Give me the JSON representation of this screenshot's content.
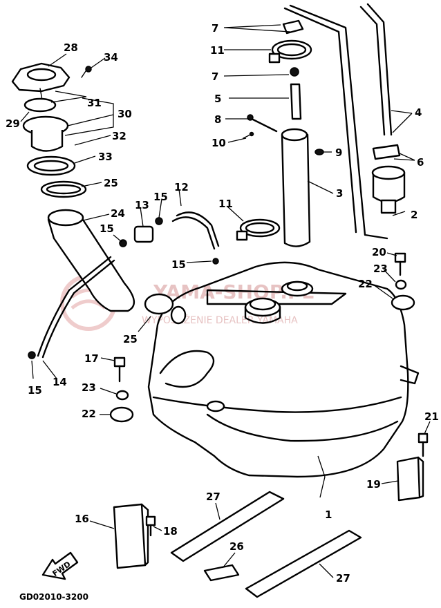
{
  "diagram": {
    "code": "GD02010-3200",
    "fwd_label": "FWD",
    "watermark": {
      "main": "YAMA-SHOP.PL",
      "sub": "WYPOSAŻENIE DEALER YAMAHA"
    },
    "callouts": [
      {
        "id": "c1",
        "label": "1"
      },
      {
        "id": "c2",
        "label": "2"
      },
      {
        "id": "c3",
        "label": "3"
      },
      {
        "id": "c4",
        "label": "4"
      },
      {
        "id": "c5",
        "label": "5"
      },
      {
        "id": "c6",
        "label": "6"
      },
      {
        "id": "c7a",
        "label": "7"
      },
      {
        "id": "c7b",
        "label": "7"
      },
      {
        "id": "c8",
        "label": "8"
      },
      {
        "id": "c9",
        "label": "9"
      },
      {
        "id": "c10",
        "label": "10"
      },
      {
        "id": "c11a",
        "label": "11"
      },
      {
        "id": "c11b",
        "label": "11"
      },
      {
        "id": "c12",
        "label": "12"
      },
      {
        "id": "c13",
        "label": "13"
      },
      {
        "id": "c14",
        "label": "14"
      },
      {
        "id": "c15a",
        "label": "15"
      },
      {
        "id": "c15b",
        "label": "15"
      },
      {
        "id": "c15c",
        "label": "15"
      },
      {
        "id": "c15d",
        "label": "15"
      },
      {
        "id": "c16",
        "label": "16"
      },
      {
        "id": "c17",
        "label": "17"
      },
      {
        "id": "c18",
        "label": "18"
      },
      {
        "id": "c19",
        "label": "19"
      },
      {
        "id": "c20",
        "label": "20"
      },
      {
        "id": "c21",
        "label": "21"
      },
      {
        "id": "c22a",
        "label": "22"
      },
      {
        "id": "c22b",
        "label": "22"
      },
      {
        "id": "c23a",
        "label": "23"
      },
      {
        "id": "c23b",
        "label": "23"
      },
      {
        "id": "c24",
        "label": "24"
      },
      {
        "id": "c25a",
        "label": "25"
      },
      {
        "id": "c25b",
        "label": "25"
      },
      {
        "id": "c26",
        "label": "26"
      },
      {
        "id": "c27a",
        "label": "27"
      },
      {
        "id": "c27b",
        "label": "27"
      },
      {
        "id": "c28",
        "label": "28"
      },
      {
        "id": "c29",
        "label": "29"
      },
      {
        "id": "c30",
        "label": "30"
      },
      {
        "id": "c31",
        "label": "31"
      },
      {
        "id": "c32",
        "label": "32"
      },
      {
        "id": "c33",
        "label": "33"
      },
      {
        "id": "c34",
        "label": "34"
      }
    ]
  }
}
